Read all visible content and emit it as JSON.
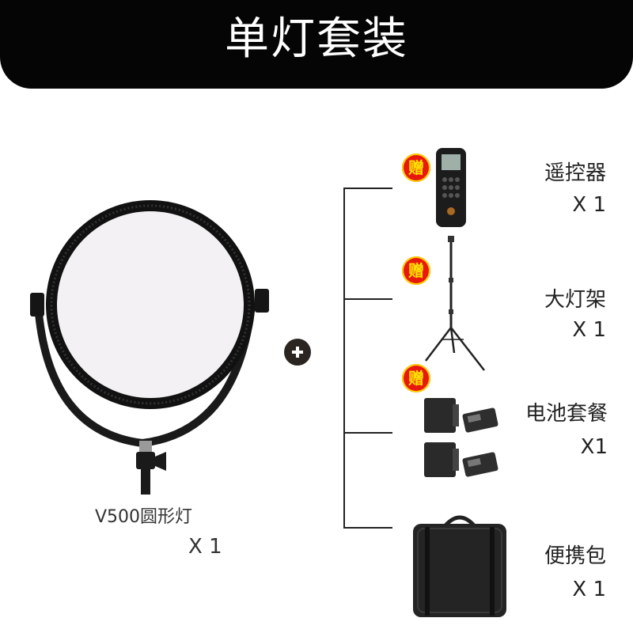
{
  "header": {
    "title": "单灯套装"
  },
  "main_item": {
    "name": "V500圆形灯",
    "qty": "X 1"
  },
  "gift_badge": "赠",
  "accessories": [
    {
      "name": "遥控器",
      "qty": "X 1",
      "gift": true
    },
    {
      "name": "大灯架",
      "qty": "X 1",
      "gift": true
    },
    {
      "name": "电池套餐",
      "qty": "X1",
      "gift": true
    },
    {
      "name": "便携包",
      "qty": "X 1",
      "gift": false
    }
  ],
  "colors": {
    "header_bg": "#050505",
    "gift_badge": "#e8180f",
    "gift_text": "#ffe400"
  }
}
